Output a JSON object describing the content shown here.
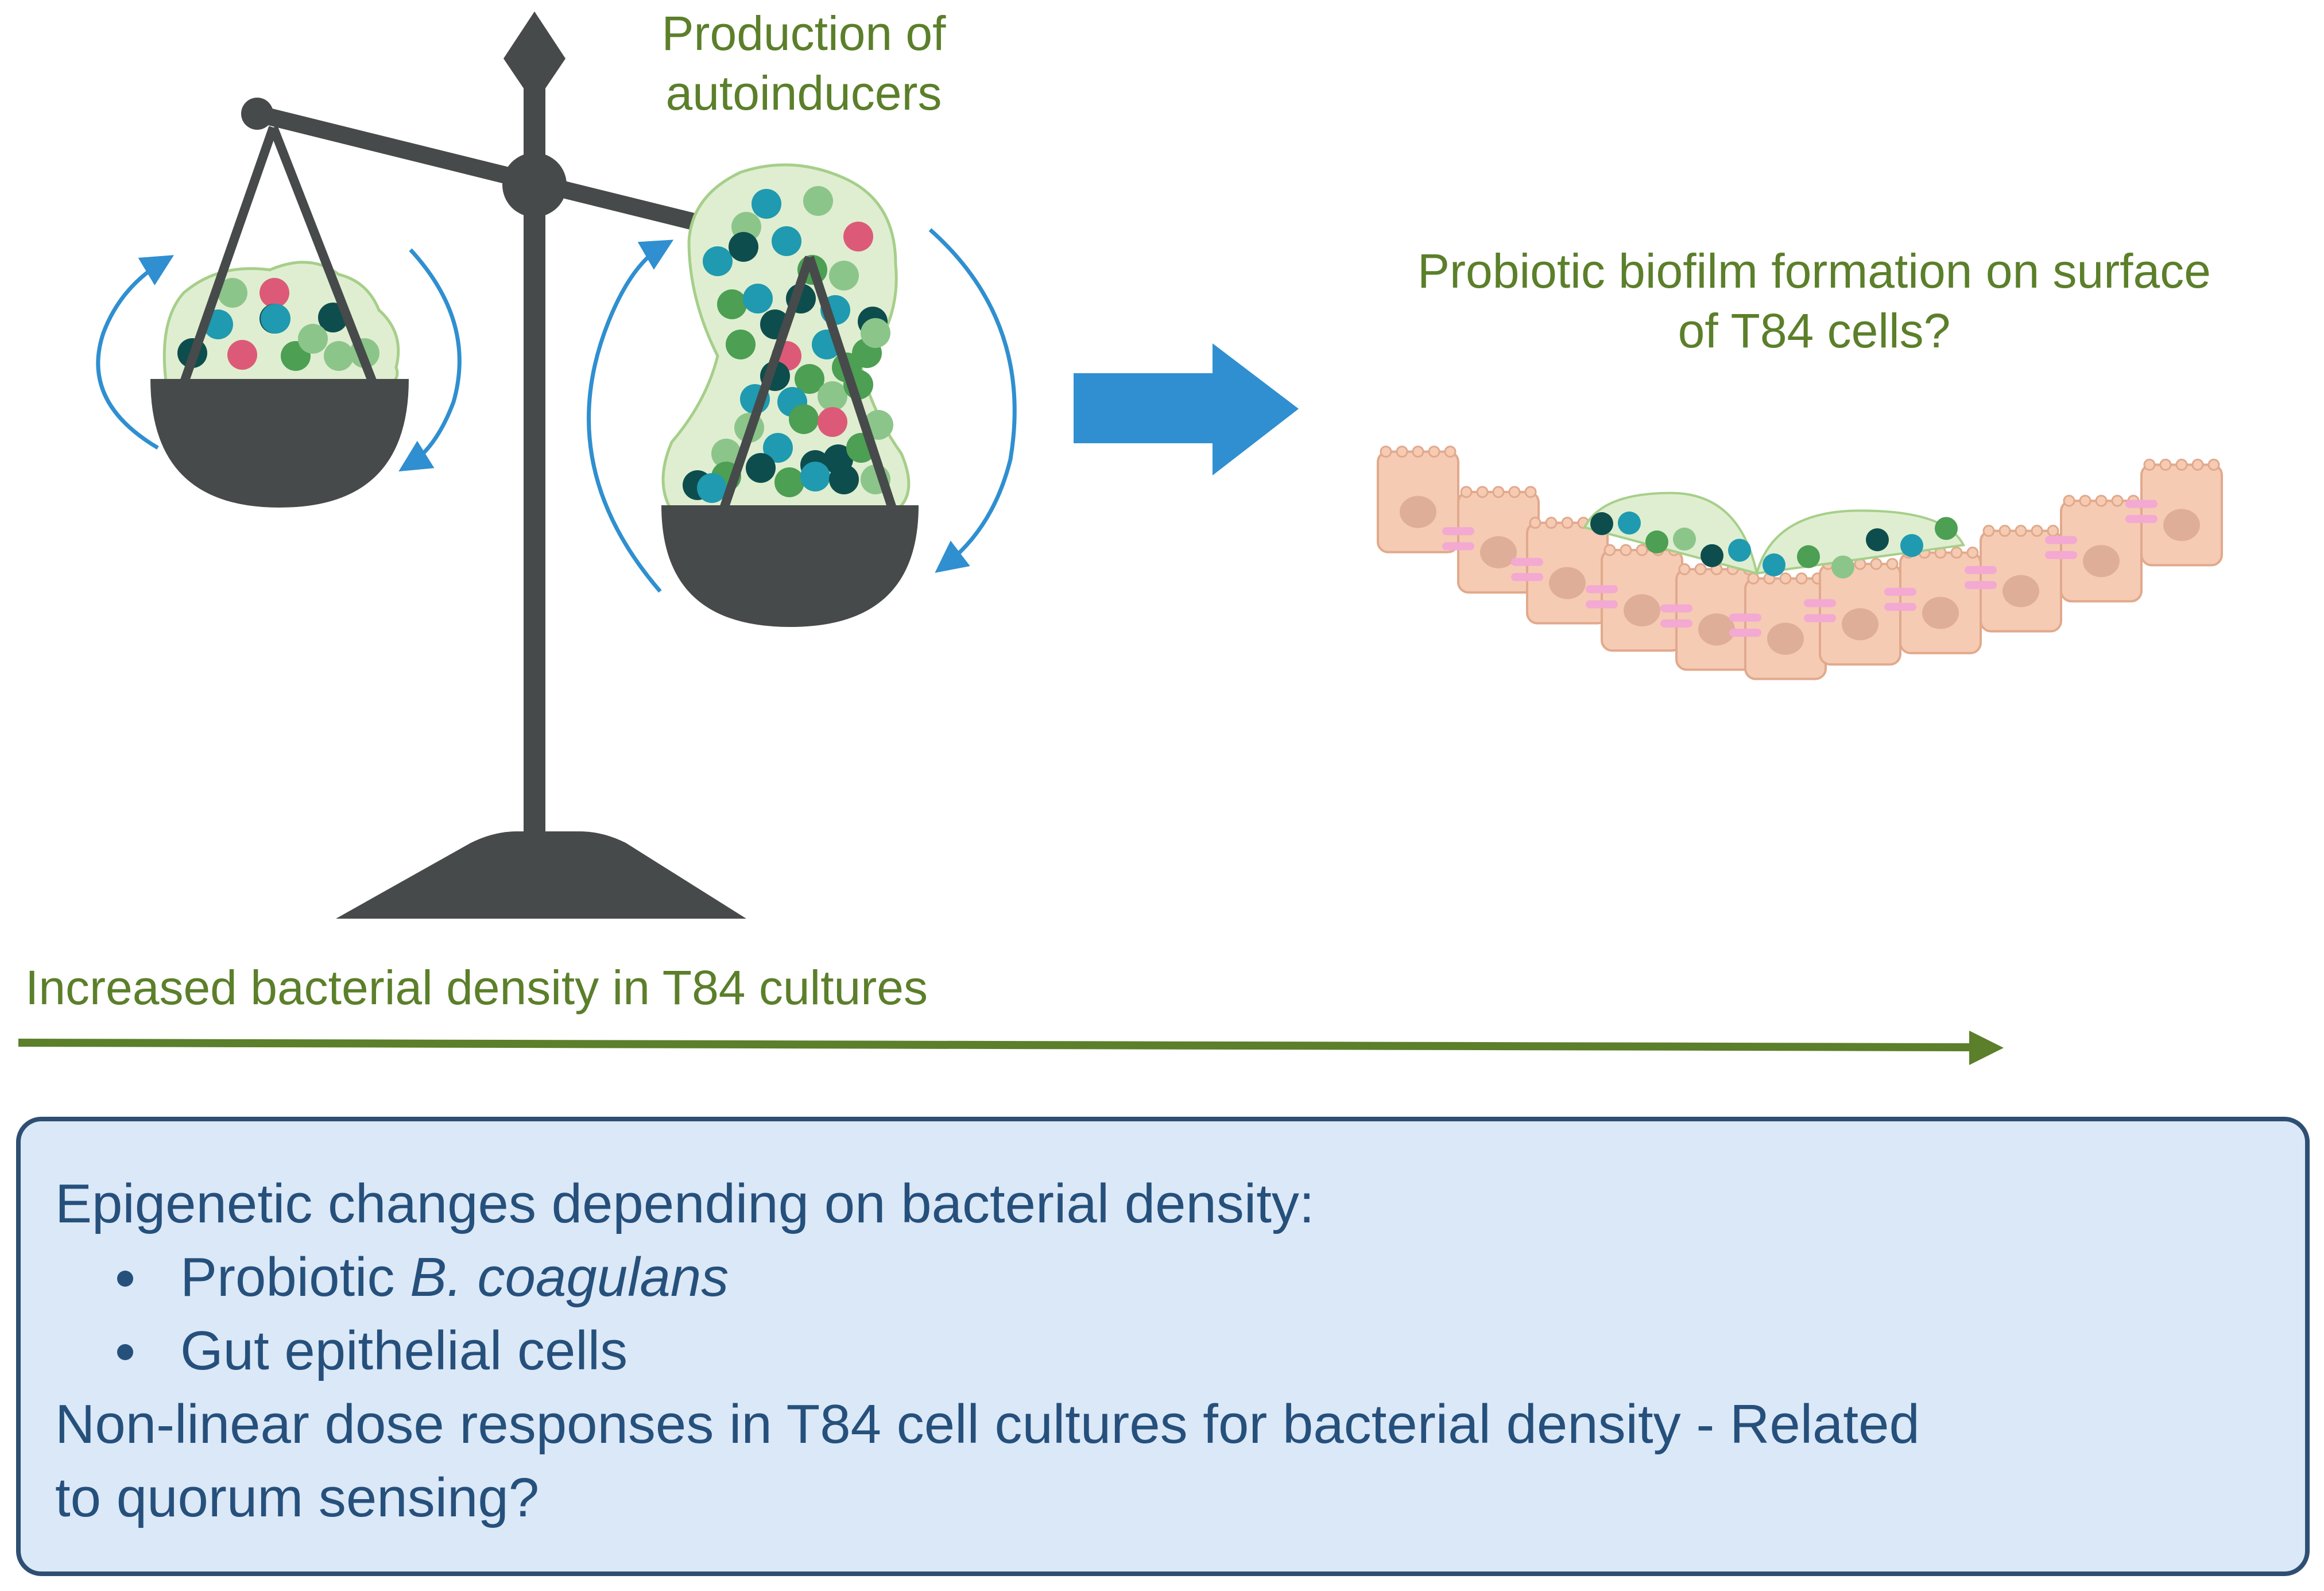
{
  "labels": {
    "autoinducers_line1": "Production of",
    "autoinducers_line2": "autoinducers",
    "biofilm_line1": "Probiotic biofilm formation on surface",
    "biofilm_line2": "of T84 cells?",
    "density_axis": "Increased bacterial density in T84 cultures"
  },
  "summary": {
    "heading": "Epigenetic changes depending on bacterial density:",
    "bullet1_prefix": "Probiotic ",
    "bullet1_italic": "B. coagulans",
    "bullet2": "Gut epithelial cells",
    "line2": "Non-linear dose responses in T84 cell cultures for bacterial density - Related",
    "line3": "to quorum sensing?"
  },
  "colors": {
    "scale_gray": "#474a4a",
    "label_green": "#5b7f2a",
    "arrow_blue": "#2f8fd0",
    "box_fill": "#dbe8f7",
    "box_border": "#2e4f73",
    "box_text": "#26507c",
    "cell_fill": "#f5cbb4",
    "cell_nucleus": "#dfae98",
    "junction_pink": "#f3a9d2",
    "biofilm_fill": "#dfeed0",
    "bacteria_dark": "#0e4d4d",
    "bacteria_teal": "#1f9ab0",
    "bacteria_green": "#4c9f53",
    "bacteria_lightgreen": "#8cc58a",
    "bacteria_pink": "#dc5a78"
  }
}
